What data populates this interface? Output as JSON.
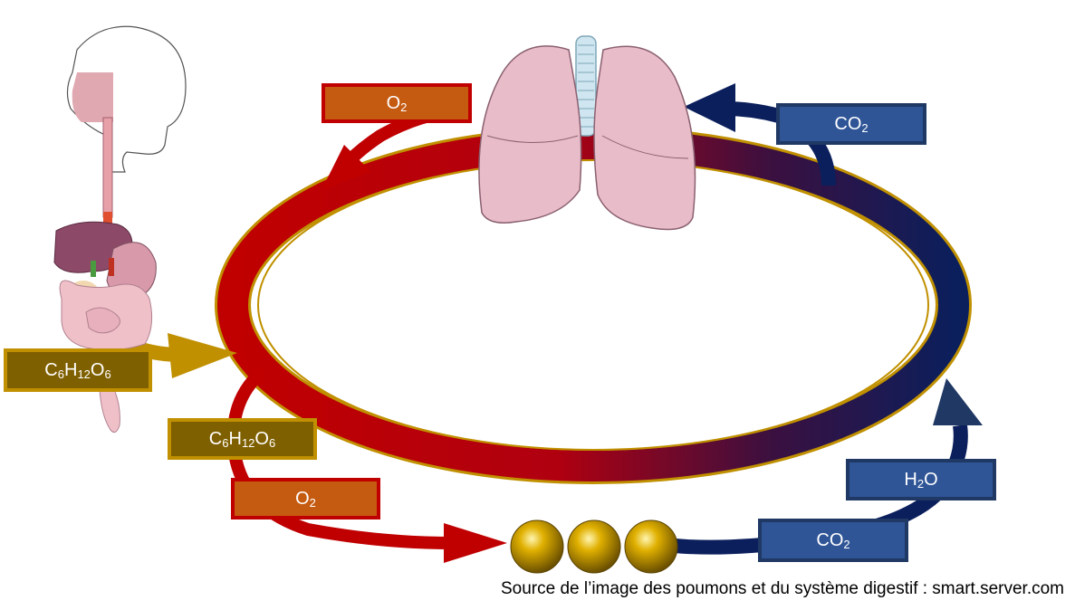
{
  "labels": {
    "o2_top": {
      "main": "O",
      "sub": "2"
    },
    "co2_top": {
      "main": "CO",
      "sub": "2"
    },
    "glucose_left": {
      "parts": [
        "C",
        "6",
        "H",
        "12",
        "O",
        "6"
      ]
    },
    "glucose_mid": {
      "parts": [
        "C",
        "6",
        "H",
        "12",
        "O",
        "6"
      ]
    },
    "o2_bottom": {
      "main": "O",
      "sub": "2"
    },
    "h2o": {
      "main": "H",
      "sub": "2",
      "tail": "O"
    },
    "co2_bottom": {
      "main": "CO",
      "sub": "2"
    }
  },
  "source": "Source de l’image des poumons et du système digestif : smart.server.com",
  "colors": {
    "red": "#c00000",
    "navy": "#0b1f5c",
    "gold": "#c09000",
    "orange_box": "#c55a11",
    "olive_box": "#7f6000",
    "blue_box": "#2f5597",
    "blue_border": "#1f3864",
    "lung_pink": "#e8bcc8",
    "cell_gold": "#d4a500"
  },
  "icons": {
    "lungs": "lungs-icon",
    "digestive": "digestive-system-icon",
    "cells": "cell-sphere-icon"
  }
}
